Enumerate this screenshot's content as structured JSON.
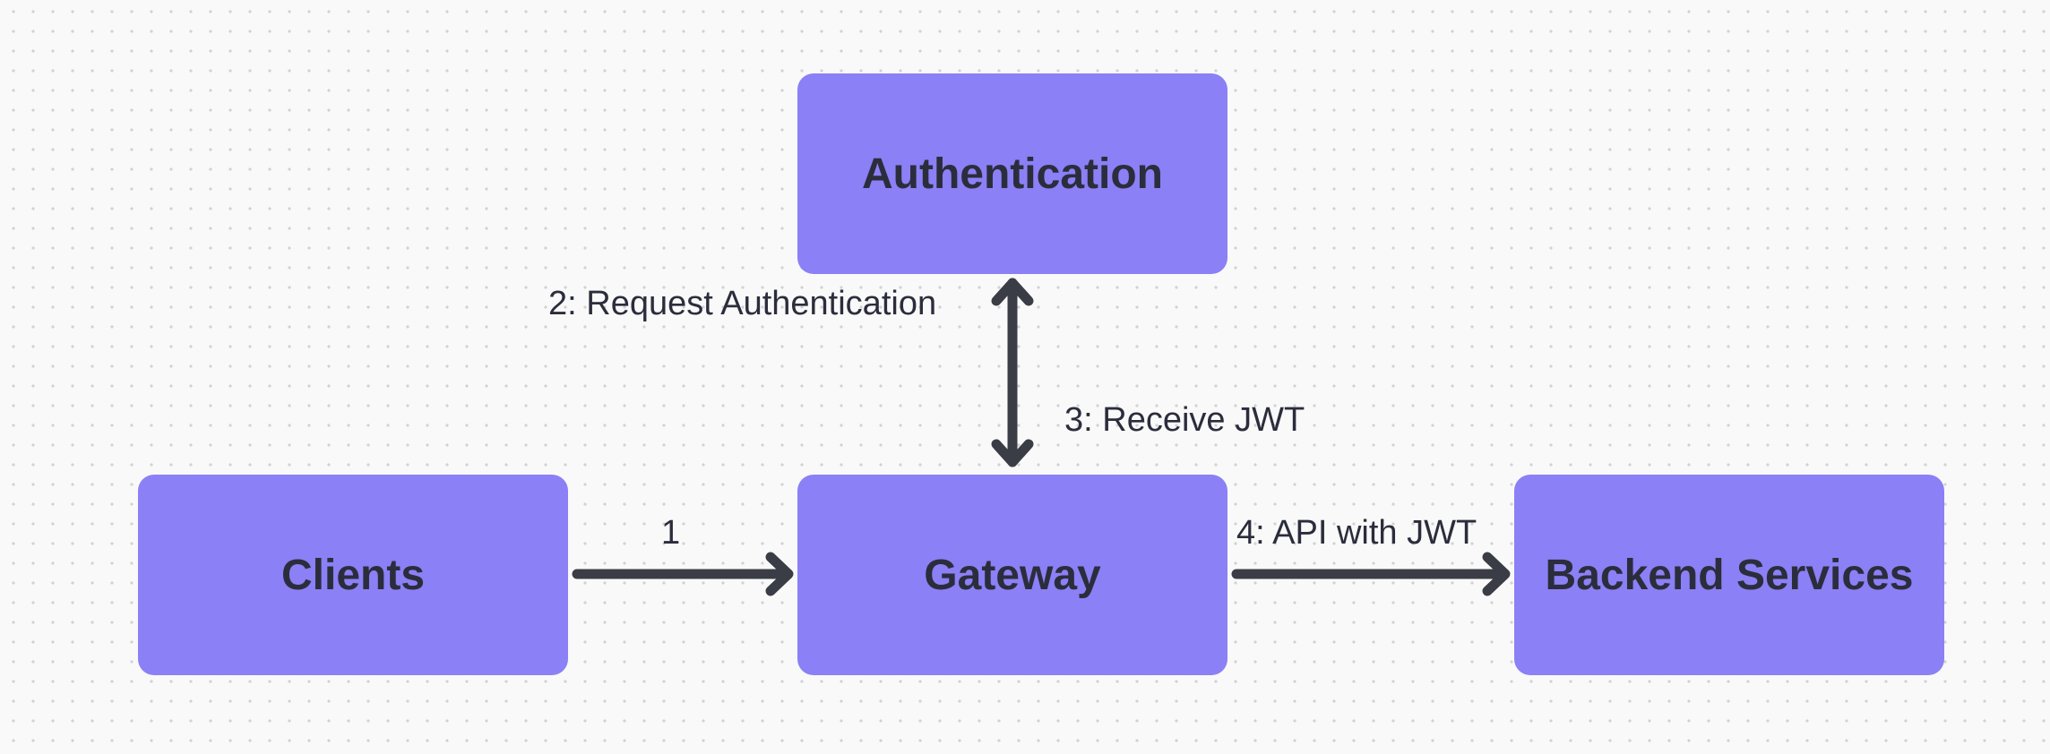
{
  "colors": {
    "node_fill": "#8b80f5",
    "edge_stroke": "#3a3d45",
    "text": "#2b2d3c",
    "background": "#f9f9f9"
  },
  "diagram": {
    "nodes": {
      "authentication": "Authentication",
      "clients": "Clients",
      "gateway": "Gateway",
      "backend": "Backend Services"
    },
    "edges": {
      "clients_to_gateway": "1",
      "request_authentication": "2: Request Authentication",
      "receive_jwt": "3: Receive JWT",
      "api_with_jwt": "4: API with JWT"
    }
  }
}
